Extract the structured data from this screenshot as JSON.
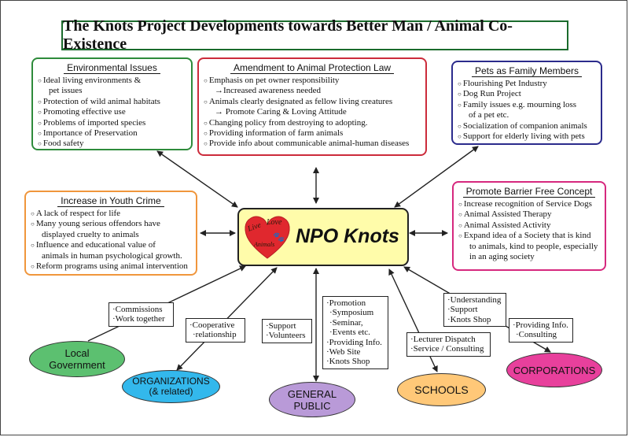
{
  "title": "The Knots Project Developments towards Better Man / Animal Co-Existence",
  "center": {
    "label": "NPO Knots",
    "logo_text": [
      "Live",
      "Love",
      "Animals"
    ]
  },
  "boxes": {
    "env": {
      "heading": "Environmental Issues",
      "items": [
        "Ideal living environments &",
        "pet issues",
        "Protection of wild animal habitats",
        "Promoting effective use",
        "Problems of imported species",
        "Importance of Preservation",
        "Food safety"
      ]
    },
    "law": {
      "heading": "Amendment to Animal Protection Law",
      "items": [
        "Emphasis on pet owner responsibility",
        "→Increased awareness needed",
        "Animals clearly designated as fellow living  creatures",
        "→ Promote Caring & Loving Attitude",
        "Changing policy from destroying to adopting.",
        "Providing information of farm animals",
        "Provide info about communicable animal-human diseases"
      ]
    },
    "pets": {
      "heading": "Pets as Family Members",
      "items": [
        "Flourishing Pet Industry",
        "Dog Run Project",
        "Family issues e.g. mourning loss",
        "of a pet etc.",
        "Socialization of companion animals",
        "Support for elderly living with pets"
      ]
    },
    "youth": {
      "heading": "Increase in Youth Crime",
      "items": [
        "A lack of respect for life",
        "Many young serious offendors have",
        "displayed cruelty to animals",
        "Influence and educational value of",
        "animals in human psychological growth.",
        "Reform programs using animal intervention"
      ]
    },
    "barrier": {
      "heading": "Promote Barrier Free Concept",
      "items": [
        "Increase recognition of Service Dogs",
        "Animal Assisted Therapy",
        "Animal Assisted Activity",
        "Expand idea of a Society that is kind",
        "to animals, kind to people, especially",
        "in an aging society"
      ]
    }
  },
  "notes": {
    "gov": [
      "Commissions",
      "Work together"
    ],
    "org": [
      "Cooperative",
      "relationship"
    ],
    "vol": [
      "Support",
      "Volunteers"
    ],
    "pub": [
      "Promotion",
      "Symposium",
      "Seminar,",
      "Events etc.",
      "Providing Info.",
      "Web Site",
      "Knots Shop"
    ],
    "sch": [
      "Lecturer Dispatch",
      "Service / Consulting"
    ],
    "und": [
      "Understanding",
      "Support",
      "Knots Shop"
    ],
    "corp": [
      "Providing Info.",
      "Consulting"
    ]
  },
  "ellipses": {
    "gov": [
      "Local",
      "Government"
    ],
    "org": [
      "ORGANIZATIONS",
      "(& related)"
    ],
    "pub": [
      "GENERAL",
      "PUBLIC"
    ],
    "sch": "SCHOOLS",
    "corp": "CORPORATIONS"
  },
  "colors": {
    "env": "#2e8b3b",
    "law": "#cc2b3b",
    "pets": "#2b2b8c",
    "youth": "#f0963c",
    "barrier": "#d6287e",
    "npo_fill": "#fffcaa",
    "heart": "#e0282e",
    "gov": "#5cc070",
    "org": "#33b8ec",
    "pub": "#b99ad8",
    "sch": "#ffc878",
    "corp": "#e8409c"
  }
}
